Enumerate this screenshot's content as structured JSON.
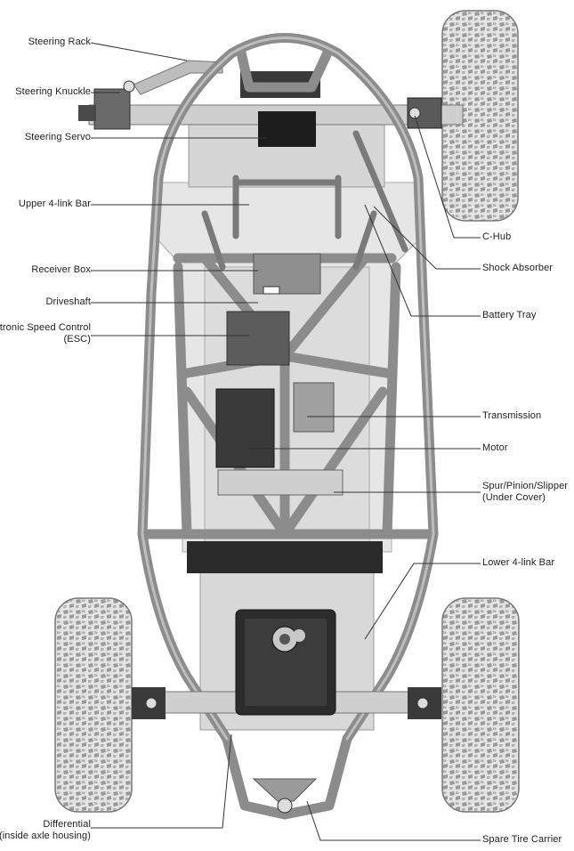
{
  "title": "",
  "callouts_left": [
    {
      "id": "steering-rack",
      "text": "Steering Rack"
    },
    {
      "id": "steering-knuckle",
      "text": "Steering Knuckle"
    },
    {
      "id": "steering-servo",
      "text": "Steering Servo"
    },
    {
      "id": "upper-4-link-bar",
      "text": "Upper 4-link Bar"
    },
    {
      "id": "receiver-box",
      "text": "Receiver Box"
    },
    {
      "id": "driveshaft",
      "text": "Driveshaft"
    },
    {
      "id": "esc",
      "text": "tronic Speed Control",
      "text2": "(ESC)"
    },
    {
      "id": "differential",
      "text": "Differential",
      "text2": "(inside axle housing)"
    }
  ],
  "callouts_right": [
    {
      "id": "c-hub",
      "text": "C-Hub"
    },
    {
      "id": "shock-absorber",
      "text": "Shock Absorber"
    },
    {
      "id": "battery-tray",
      "text": "Battery Tray"
    },
    {
      "id": "transmission",
      "text": "Transmission"
    },
    {
      "id": "motor",
      "text": "Motor"
    },
    {
      "id": "spur-pinion-slipper",
      "text": "Spur/Pinion/Slipper",
      "text2": "(Under Cover)"
    },
    {
      "id": "lower-4-link-bar",
      "text": "Lower 4-link Bar"
    },
    {
      "id": "spare-tire-carrier",
      "text": "Spare Tire Carrier"
    }
  ],
  "colors": {
    "tube": "#8c8c8c",
    "tube_dark": "#6e6e6e",
    "chassis_light": "#d9d9d9",
    "chassis_mid": "#b5b5b5",
    "dark_part": "#3a3a3a",
    "black": "#1a1a1a",
    "tire": "#c8c8c8",
    "leader": "#333333"
  }
}
